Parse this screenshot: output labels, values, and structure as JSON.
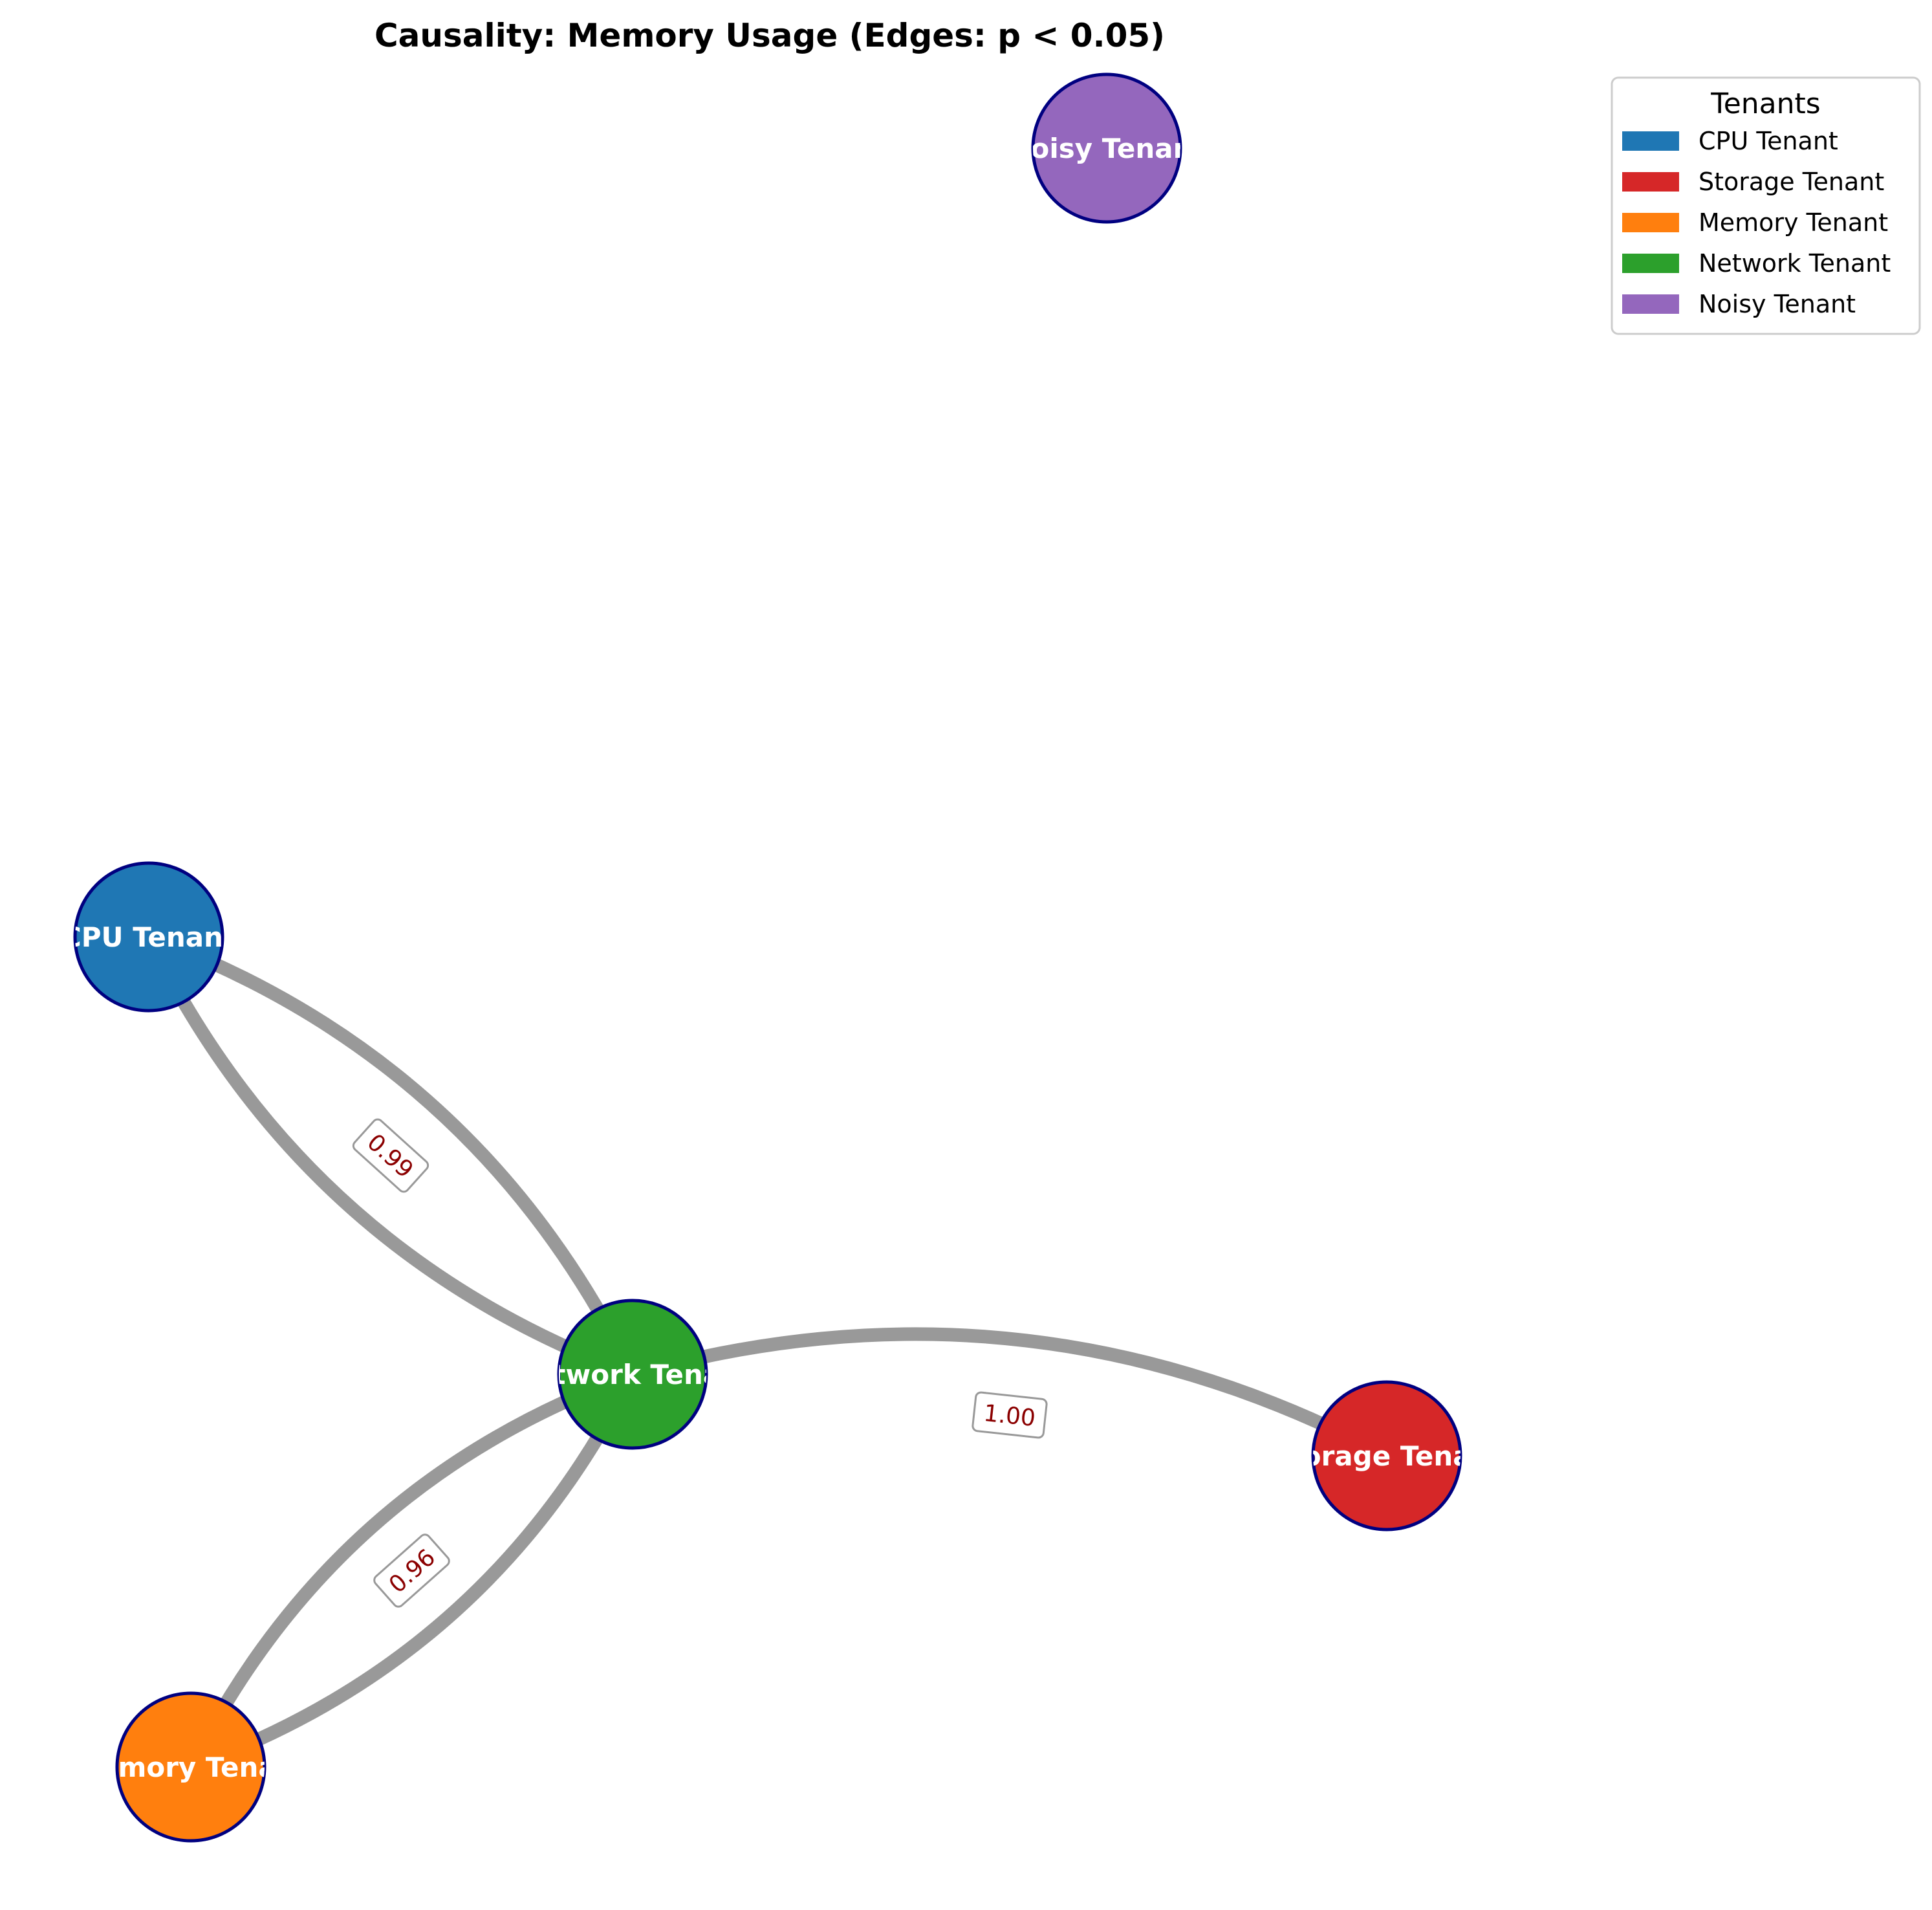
{
  "title": "Causality: Memory Usage (Edges: p < 0.05)",
  "legend": {
    "title": "Tenants",
    "items": [
      {
        "label": "CPU Tenant",
        "color": "#1f77b4"
      },
      {
        "label": "Storage Tenant",
        "color": "#d62728"
      },
      {
        "label": "Memory Tenant",
        "color": "#ff7f0e"
      },
      {
        "label": "Network Tenant",
        "color": "#2ca02c"
      },
      {
        "label": "Noisy Tenant",
        "color": "#9467bd"
      }
    ]
  },
  "nodes": [
    {
      "id": "cpu",
      "label": "CPU Tenant",
      "color": "#1f77b4"
    },
    {
      "id": "storage",
      "label": "Storage Tenant",
      "color": "#d62728"
    },
    {
      "id": "memory",
      "label": "Memory Tenant",
      "color": "#ff7f0e"
    },
    {
      "id": "network",
      "label": "Network Tenant",
      "color": "#2ca02c"
    },
    {
      "id": "noisy",
      "label": "Noisy Tenant",
      "color": "#9467bd"
    }
  ],
  "edges": [
    {
      "source": "cpu",
      "target": "network",
      "value": "0.99"
    },
    {
      "source": "network",
      "target": "cpu",
      "value": ""
    },
    {
      "source": "memory",
      "target": "network",
      "value": "0.96"
    },
    {
      "source": "network",
      "target": "memory",
      "value": ""
    },
    {
      "source": "network",
      "target": "storage",
      "value": "1.00"
    }
  ],
  "node_outline_color": "#000080",
  "edge_color": "#999999"
}
